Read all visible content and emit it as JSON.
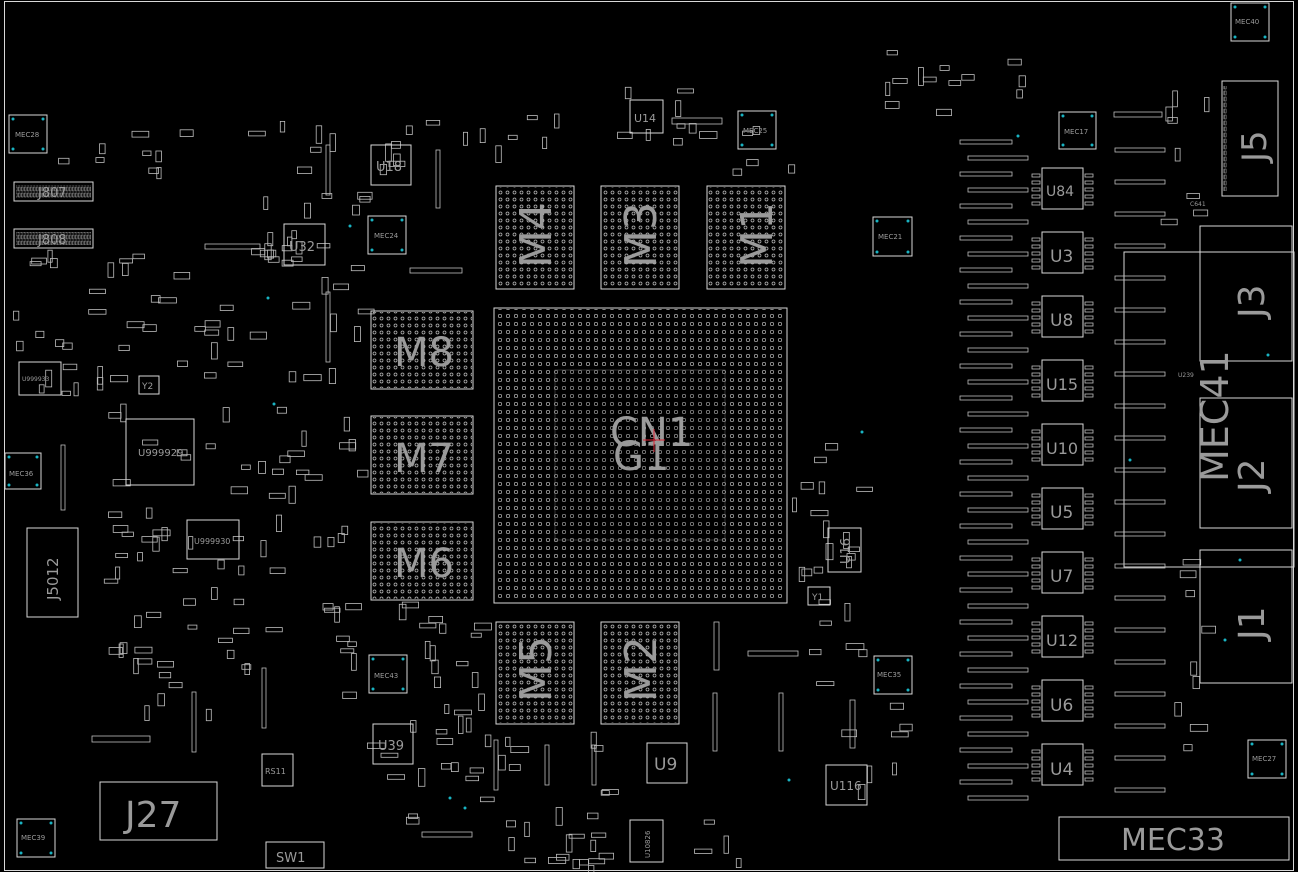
{
  "board": {
    "background": "#000000",
    "outline_color": "#d8d8d8",
    "label_color": "#9a9a9a",
    "via_color": "#19b3c2"
  },
  "components": [
    {
      "ref": "CN1",
      "kind": "bga-large"
    },
    {
      "ref": "G1",
      "kind": "label"
    },
    {
      "ref": "M1",
      "kind": "bga-memory"
    },
    {
      "ref": "M2",
      "kind": "bga-memory"
    },
    {
      "ref": "M3",
      "kind": "bga-memory"
    },
    {
      "ref": "M4",
      "kind": "bga-memory"
    },
    {
      "ref": "M5",
      "kind": "bga-memory"
    },
    {
      "ref": "M6",
      "kind": "bga-memory"
    },
    {
      "ref": "M7",
      "kind": "bga-memory"
    },
    {
      "ref": "M8",
      "kind": "bga-memory"
    },
    {
      "ref": "J1",
      "kind": "connector"
    },
    {
      "ref": "J2",
      "kind": "connector"
    },
    {
      "ref": "J3",
      "kind": "connector"
    },
    {
      "ref": "J5",
      "kind": "connector"
    },
    {
      "ref": "J27",
      "kind": "connector"
    },
    {
      "ref": "J807",
      "kind": "connector"
    },
    {
      "ref": "J808",
      "kind": "connector"
    },
    {
      "ref": "J5012",
      "kind": "connector"
    },
    {
      "ref": "MEC33",
      "kind": "mechanical"
    },
    {
      "ref": "MEC41",
      "kind": "mechanical"
    },
    {
      "ref": "MEC17",
      "kind": "mechanical"
    },
    {
      "ref": "MEC21",
      "kind": "mechanical"
    },
    {
      "ref": "MEC24",
      "kind": "mechanical"
    },
    {
      "ref": "MEC25",
      "kind": "mechanical"
    },
    {
      "ref": "MEC27",
      "kind": "mechanical"
    },
    {
      "ref": "MEC28",
      "kind": "mechanical"
    },
    {
      "ref": "MEC35",
      "kind": "mechanical"
    },
    {
      "ref": "MEC36",
      "kind": "mechanical"
    },
    {
      "ref": "MEC39",
      "kind": "mechanical"
    },
    {
      "ref": "MEC40",
      "kind": "mechanical"
    },
    {
      "ref": "MEC43",
      "kind": "mechanical"
    },
    {
      "ref": "U3",
      "kind": "ic"
    },
    {
      "ref": "U4",
      "kind": "ic"
    },
    {
      "ref": "U5",
      "kind": "ic"
    },
    {
      "ref": "U6",
      "kind": "ic"
    },
    {
      "ref": "U7",
      "kind": "ic"
    },
    {
      "ref": "U8",
      "kind": "ic"
    },
    {
      "ref": "U9",
      "kind": "ic"
    },
    {
      "ref": "U10",
      "kind": "ic"
    },
    {
      "ref": "U12",
      "kind": "ic"
    },
    {
      "ref": "U14",
      "kind": "ic"
    },
    {
      "ref": "U15",
      "kind": "ic"
    },
    {
      "ref": "U16",
      "kind": "ic"
    },
    {
      "ref": "U18",
      "kind": "ic"
    },
    {
      "ref": "U32",
      "kind": "ic"
    },
    {
      "ref": "U39",
      "kind": "ic"
    },
    {
      "ref": "U84",
      "kind": "ic"
    },
    {
      "ref": "U116",
      "kind": "ic"
    },
    {
      "ref": "U999929",
      "kind": "ic"
    },
    {
      "ref": "U999930",
      "kind": "ic"
    },
    {
      "ref": "U999933",
      "kind": "ic"
    },
    {
      "ref": "U10826",
      "kind": "ic"
    },
    {
      "ref": "U239",
      "kind": "ic"
    },
    {
      "ref": "Y1",
      "kind": "crystal"
    },
    {
      "ref": "Y2",
      "kind": "crystal"
    },
    {
      "ref": "RS11",
      "kind": "resistor"
    },
    {
      "ref": "SW1",
      "kind": "switch"
    },
    {
      "ref": "C641",
      "kind": "capacitor"
    }
  ]
}
